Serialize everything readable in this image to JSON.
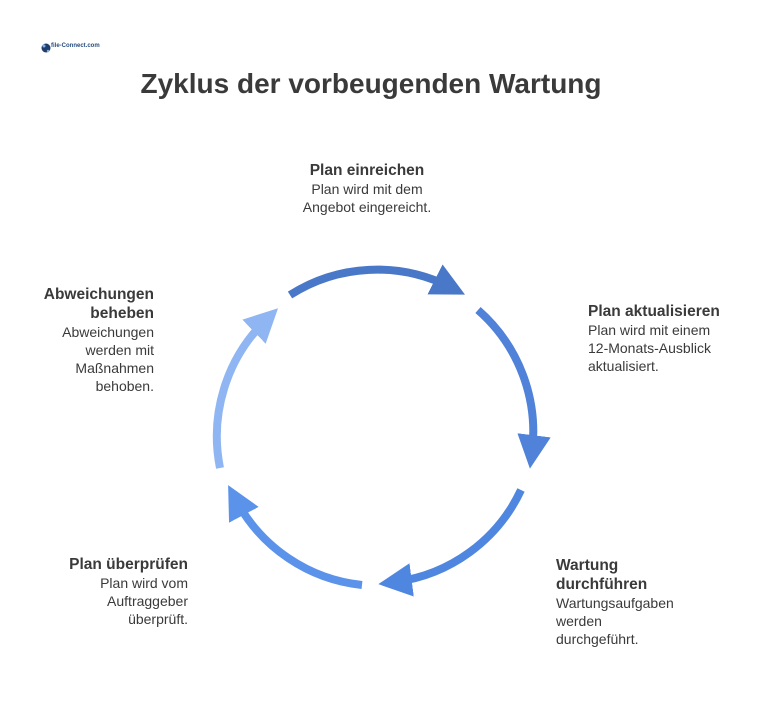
{
  "title": "Zyklus der vorbeugenden Wartung",
  "logo": {
    "text": "file-Connect.com"
  },
  "steps": [
    {
      "heading": "Plan einreichen",
      "desc_lines": [
        "Plan wird mit dem",
        "Angebot eingereicht."
      ]
    },
    {
      "heading": "Plan aktualisieren",
      "desc_lines": [
        "Plan wird mit einem",
        "12-Monats-Ausblick",
        "aktualisiert."
      ]
    },
    {
      "heading_lines": [
        "Wartung",
        "durchführen"
      ],
      "desc_lines": [
        "Wartungsaufgaben",
        "werden",
        "durchgeführt."
      ]
    },
    {
      "heading": "Plan überprüfen",
      "desc_lines": [
        "Plan wird vom",
        "Auftraggeber",
        "überprüft."
      ]
    },
    {
      "heading_lines": [
        "Abweichungen",
        "beheben"
      ],
      "desc_lines": [
        "Abweichungen",
        "werden mit",
        "Maßnahmen",
        "behoben."
      ]
    }
  ],
  "colors": {
    "arc_1": "#4a78c8",
    "arc_2": "#4f82d8",
    "arc_3": "#4f86e0",
    "arc_4": "#5c93ea",
    "arc_5": "#8fb6f2"
  }
}
